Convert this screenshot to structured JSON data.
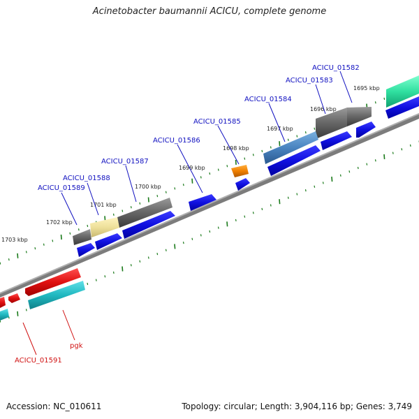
{
  "title": "Acinetobacter baumannii ACICU, complete genome",
  "accession": "Accession: NC_010611",
  "topology": "Topology: circular; Length: 3,904,116 bp; Genes: 3,749",
  "colors": {
    "blue_cds": "#1010e0",
    "red_feature": "#e01010",
    "teal_feature": "#20b8c0",
    "gray_feature": "#606060",
    "tick": "#1a7a1a",
    "label_blue": "#1010c0",
    "label_red": "#d01010",
    "backbone": "#8a8a8a"
  },
  "kbp_ticks": [
    {
      "label": "1695 kbp"
    },
    {
      "label": "1696 kbp"
    },
    {
      "label": "1697 kbp"
    },
    {
      "label": "1698 kbp"
    },
    {
      "label": "1699 kbp"
    },
    {
      "label": "1700 kbp"
    },
    {
      "label": "1701 kbp"
    },
    {
      "label": "1702 kbp"
    },
    {
      "label": "1703 kbp"
    }
  ],
  "gene_labels_top": [
    {
      "name": "ACICU_01582"
    },
    {
      "name": "ACICU_01583"
    },
    {
      "name": "ACICU_01584"
    },
    {
      "name": "ACICU_01585"
    },
    {
      "name": "ACICU_01586"
    },
    {
      "name": "ACICU_01587"
    },
    {
      "name": "ACICU_01588"
    },
    {
      "name": "ACICU_01589"
    }
  ],
  "gene_labels_bottom": [
    {
      "name": "pgk"
    },
    {
      "name": "ACICU_01591"
    }
  ]
}
